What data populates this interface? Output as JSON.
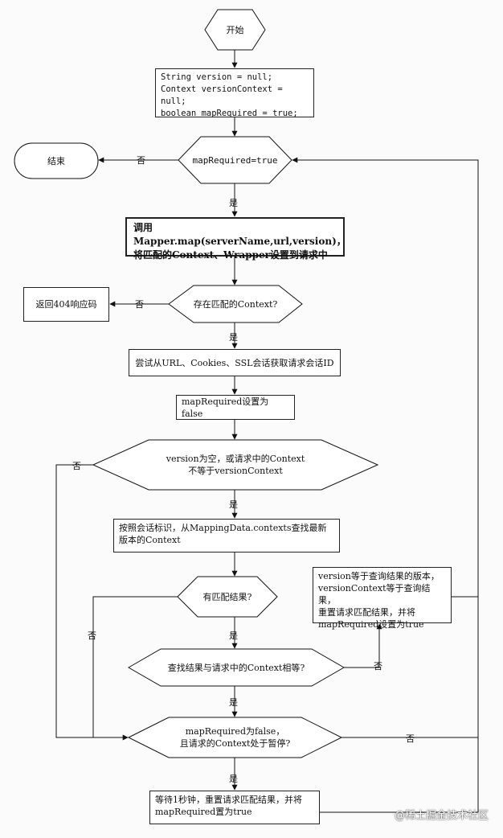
{
  "flowchart": {
    "start": "开始",
    "end": "结束",
    "init_lines": [
      "String version = null;",
      "Context versionContext = null;",
      "boolean mapRequired = true;"
    ],
    "decision_map_required": "mapRequired=true",
    "map_call_lines": [
      "调用Mapper.map(serverName,url,version)，",
      "将匹配的Context、Wrapper设置到请求中"
    ],
    "decision_context_exists": "存在匹配的Context?",
    "return_404": "返回404响应码",
    "get_session": "尝试从URL、Cookies、SSL会话获取请求会话ID",
    "set_false": "mapRequired设置为false",
    "decision_version_lines": [
      "version为空，或请求中的Context",
      "不等于versionContext"
    ],
    "find_latest_lines": [
      "按照会话标识，从MappingData.contexts查找最新",
      "版本的Context"
    ],
    "decision_has_match": "有匹配结果?",
    "decision_equal": "查找结果与请求中的Context相等?",
    "set_version_lines": [
      "version等于查询结果的版本，",
      "versionContext等于查询结果，",
      "重置请求匹配结果，并将",
      "mapRequired设置为true"
    ],
    "decision_paused_lines": [
      "mapRequired为false，",
      "且请求的Context处于暂停?"
    ],
    "wait_lines": [
      "等待1秒钟，重置请求匹配结果，并将",
      "mapRequired置为true"
    ],
    "yes": "是",
    "no": "否"
  },
  "watermark": "@稀土掘金技术社区"
}
